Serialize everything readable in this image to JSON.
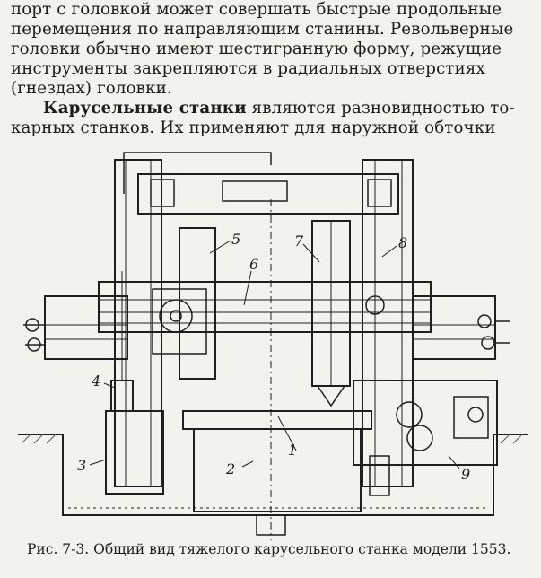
{
  "text": {
    "line1": "порт с головкой может совершать быстрые продольные",
    "line2": "перемещения по направляющим станины. Револьверные",
    "line3": "головки обычно имеют шестигранную форму, режущие",
    "line4": "инструменты закрепляются в радиальных отверстиях",
    "line5": "(гнездах) головки.",
    "para2_bold": "Карусельные станки",
    "para2_rest": " являются разновидностью то-",
    "line7": "карных станков. Их применяют для наружной обточки"
  },
  "figure": {
    "labels": [
      "1",
      "2",
      "3",
      "4",
      "5",
      "6",
      "7",
      "8",
      "9"
    ]
  },
  "caption": "Рис. 7-3. Общий вид тяжелого карусельного станка модели 1553."
}
